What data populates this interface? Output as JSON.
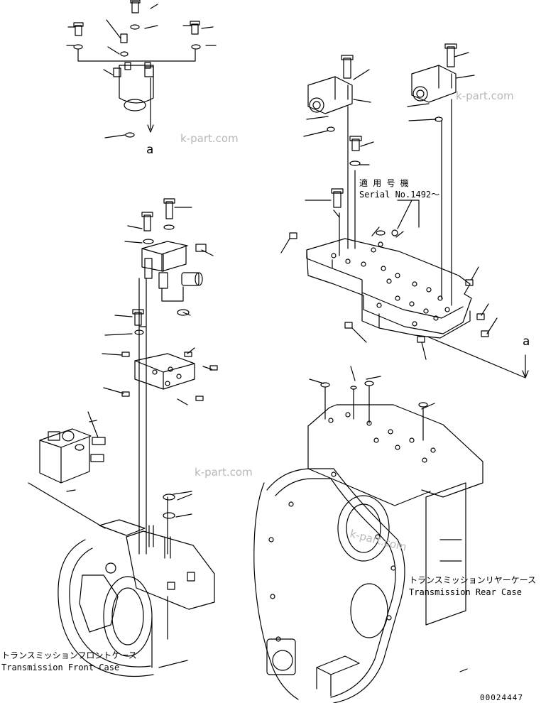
{
  "labels": {
    "ref_a_top": "a",
    "ref_a_right": "a",
    "serial_jp": "適 用 号 機",
    "serial_en": "Serial No.1492～",
    "rear_case_jp": "トランスミッションリヤーケース",
    "rear_case_en": "Transmission Rear Case",
    "front_case_jp": "トランスミッションフロントケース",
    "front_case_en": "Transmission Front Case",
    "drawing_number": "00024447"
  },
  "watermarks": [
    "k-part.com",
    "k-part.com",
    "k-part.com",
    "k-part.com"
  ],
  "colors": {
    "line": "#000000",
    "watermark": "#b8b8b8"
  }
}
